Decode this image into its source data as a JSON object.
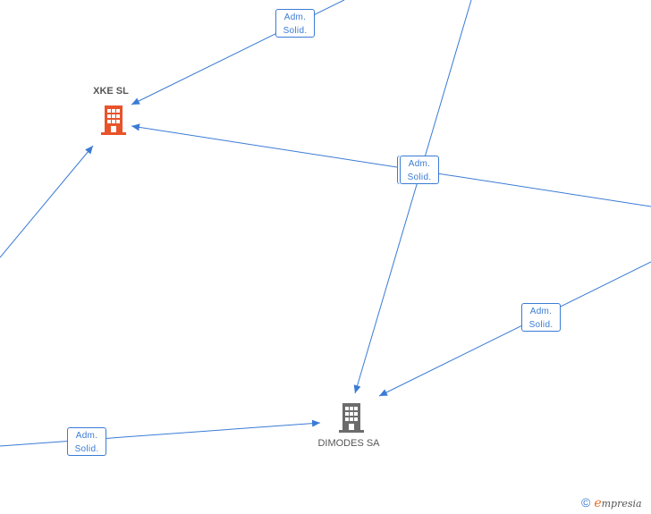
{
  "nodes": {
    "xke": {
      "label": "XKE SL",
      "color": "#e8532a"
    },
    "dimodes": {
      "label": "DIMODES SA",
      "color": "#6b6b6b"
    }
  },
  "relations": [
    {
      "line1": "Adm.",
      "line2": "Solid."
    },
    {
      "line1": "Adm.",
      "line2": "Solid."
    },
    {
      "line1": "Adm.",
      "line2": "Solid."
    },
    {
      "line1": "Adm.",
      "line2": "Solid."
    }
  ],
  "footer": {
    "copyright": "©",
    "brand_initial": "e",
    "brand_rest": "mpresia"
  },
  "colors": {
    "edge": "#3a7bd5"
  }
}
